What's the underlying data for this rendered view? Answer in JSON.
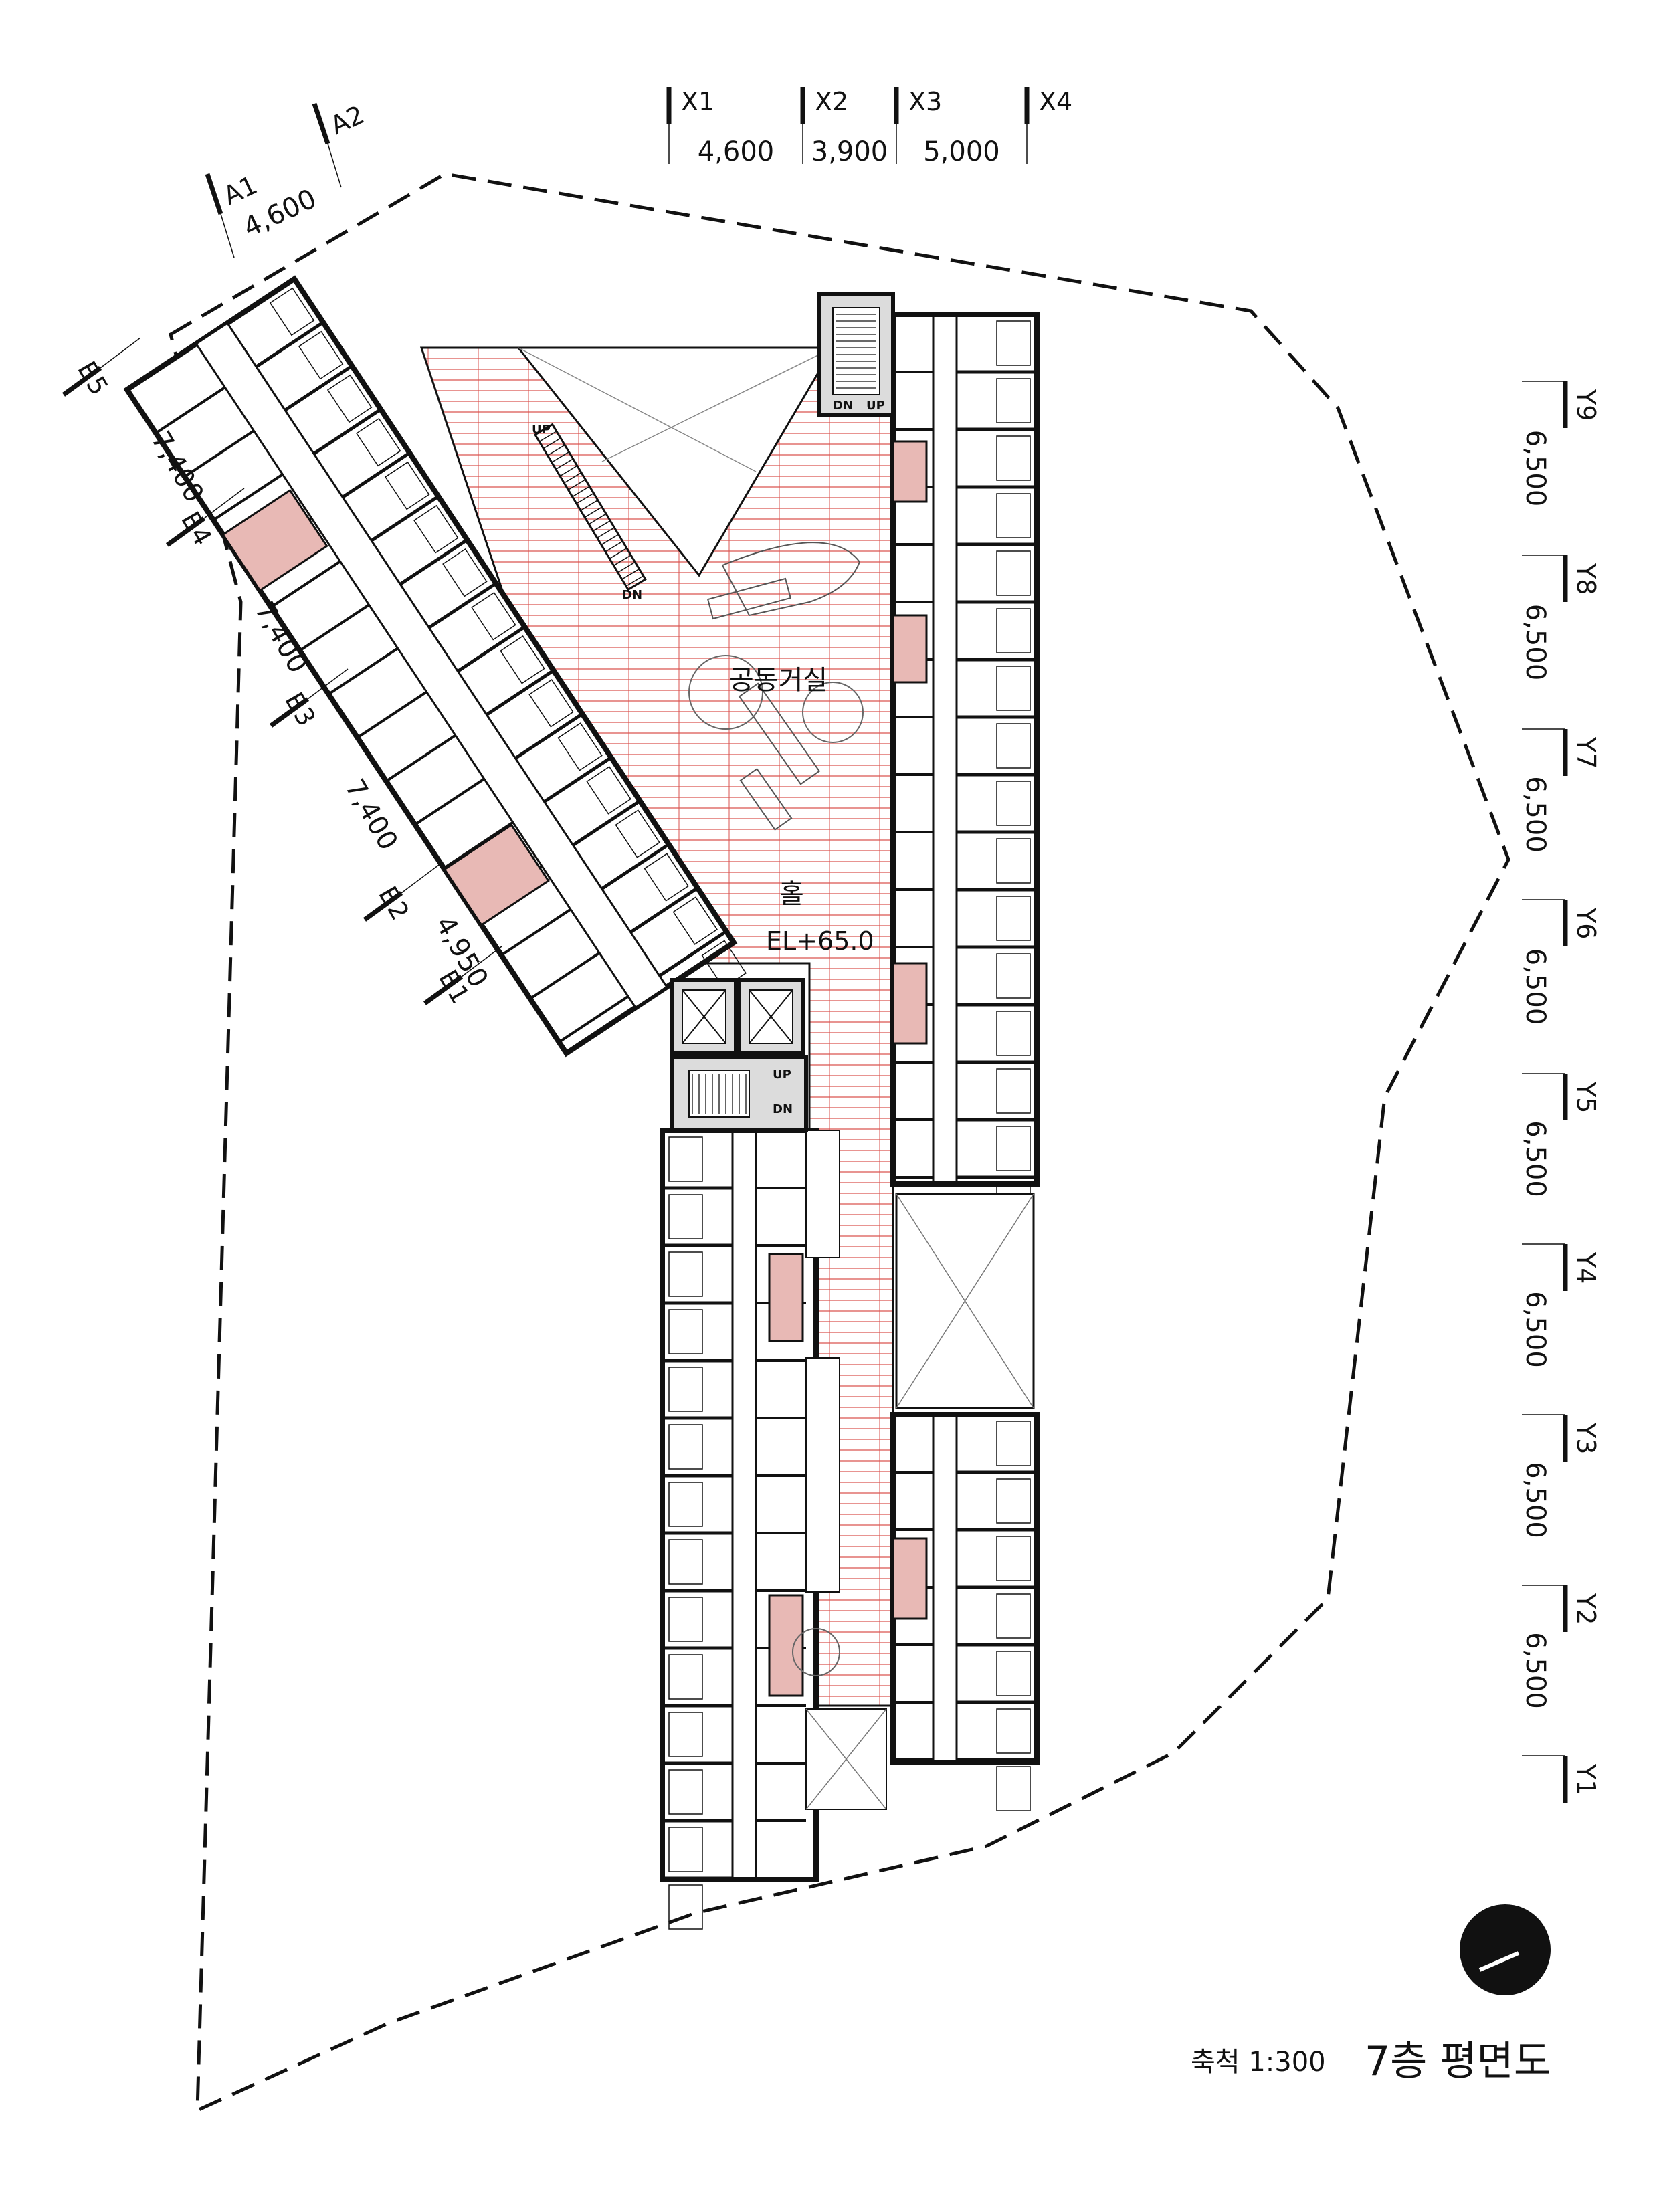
{
  "x_grid": [
    {
      "name": "X1"
    },
    {
      "name": "X2"
    },
    {
      "name": "X3"
    },
    {
      "name": "X4"
    }
  ],
  "x_spans": [
    "4,600",
    "3,900",
    "5,000"
  ],
  "a_grid": [
    {
      "name": "A1"
    },
    {
      "name": "A2"
    }
  ],
  "a_spans": [
    "4,600"
  ],
  "b_grid": [
    {
      "name": "B1"
    },
    {
      "name": "B2"
    },
    {
      "name": "B3"
    },
    {
      "name": "B4"
    },
    {
      "name": "B5"
    }
  ],
  "b_spans": [
    "4,950",
    "7,400",
    "7,400",
    "7,400"
  ],
  "y_grid": [
    {
      "name": "Y1"
    },
    {
      "name": "Y2"
    },
    {
      "name": "Y3"
    },
    {
      "name": "Y4"
    },
    {
      "name": "Y5"
    },
    {
      "name": "Y6"
    },
    {
      "name": "Y7"
    },
    {
      "name": "Y8"
    },
    {
      "name": "Y9"
    }
  ],
  "y_spans": [
    "6,500",
    "6,500",
    "6,500",
    "6,500",
    "6,500",
    "6,500",
    "6,500",
    "6,500"
  ],
  "plan": {
    "common_room_label": "공동거실",
    "hall_label": "홀",
    "elevation_label": "EL+65.0",
    "stair_up": "UP",
    "stair_down": "DN"
  },
  "title_block": {
    "scale": "축척 1:300",
    "title": "7층 평면도"
  },
  "colors": {
    "line": "#111111",
    "deck_stripe": "#d9534f",
    "pink_void": "#e8b9b5",
    "core_fill": "#dcdcdc"
  }
}
